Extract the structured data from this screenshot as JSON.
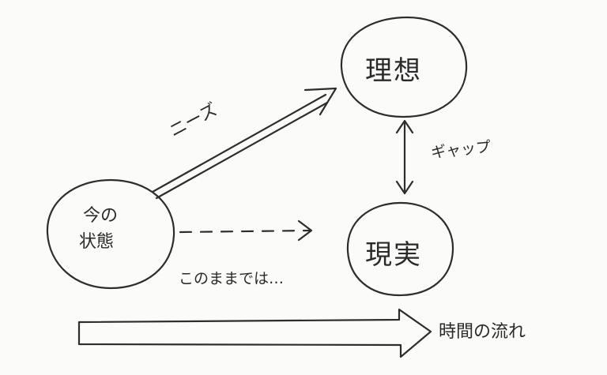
{
  "nodes": {
    "ideal": "理想",
    "reality": "現実",
    "current_line1": "今の",
    "current_line2": "状態"
  },
  "labels": {
    "needs": "ニーズ",
    "gap": "ギャップ",
    "as_is": "このままでは…",
    "time_flow": "時間の流れ"
  }
}
